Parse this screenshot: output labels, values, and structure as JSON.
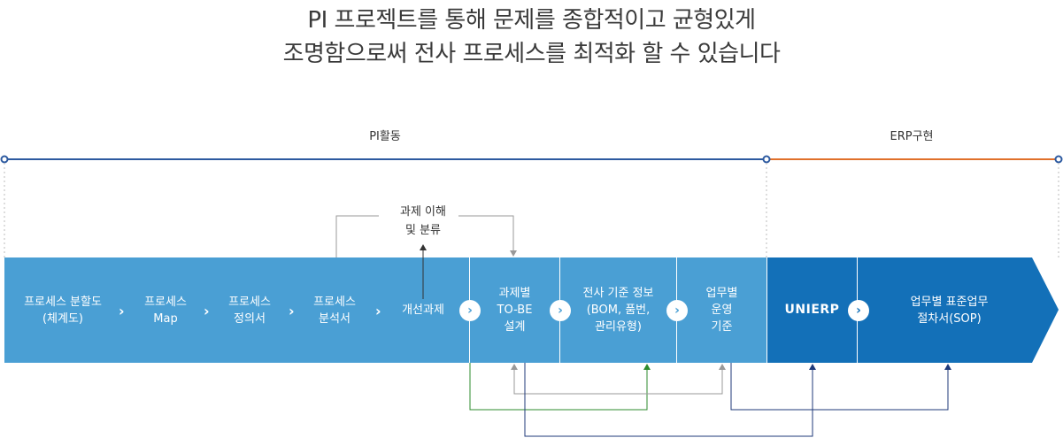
{
  "title": {
    "line1": "PI 프로젝트를 통해 문제를 종합적이고 균형있게",
    "line2": "조명함으로써 전사 프로세스를 최적화 할 수 있습니다"
  },
  "phases": [
    {
      "label": "PI활동",
      "color": "#2d5aa0"
    },
    {
      "label": "ERP구현",
      "color": "#e0702a"
    }
  ],
  "steps": [
    "프로세스 분할도\n(체계도)",
    "프로세스\nMap",
    "프로세스\n정의서",
    "프로세스\n분석서",
    "개선과제"
  ],
  "stages": [
    "과제별\nTO-BE\n설계",
    "전사 기준 정보\n(BOM, 품번,\n관리유형)",
    "업무별\n운영\n기준"
  ],
  "erp_logo": "UNIERP",
  "final_stage": "업무별 표준업무\n절차서(SOP)",
  "feedback_note": "과제 이해\n및 분류",
  "colors": {
    "light_blue": "#4a9fd4",
    "dark_blue": "#1370b8",
    "pi_line": "#2d5aa0",
    "erp_line": "#e0702a",
    "green_arrow": "#2e8b2e",
    "navy_arrow": "#1f3a7a",
    "gray_arrow": "#999999"
  },
  "icons": [
    "chevron-right-icon",
    "circle-chevron-right-icon",
    "arrow-up-icon",
    "arrow-down-icon"
  ]
}
